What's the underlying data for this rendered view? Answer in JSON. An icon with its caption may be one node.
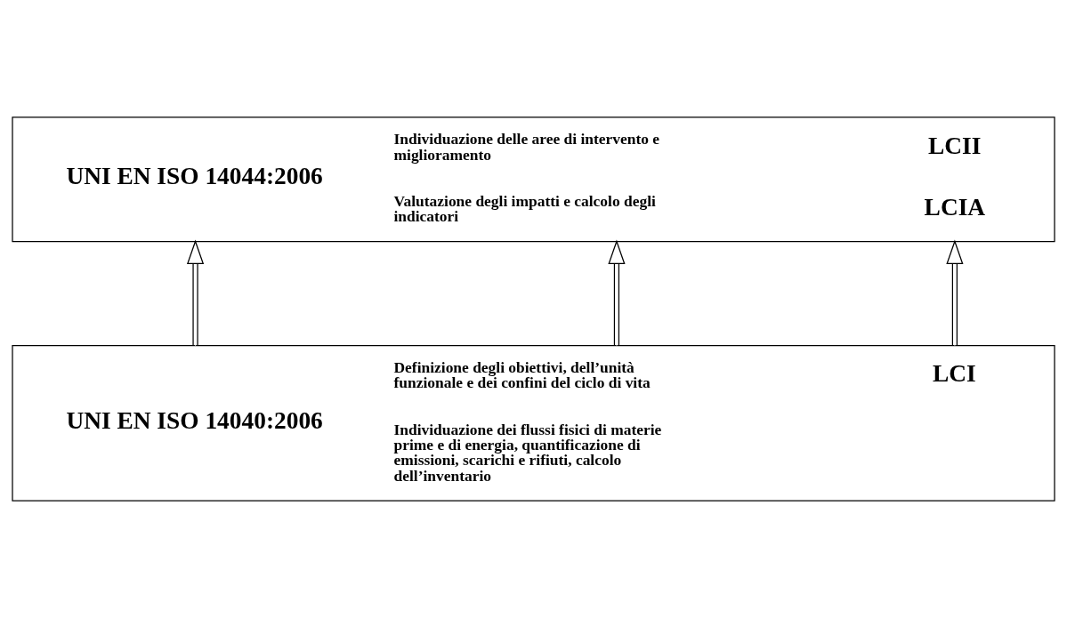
{
  "diagram": {
    "nodes": [
      {
        "text": [
          "UNI EN ISO 14044:2006",
          "Individuazione delle aree di intervento e miglioramento",
          "LCII",
          "Valutazione degli impatti e calcolo degli indicatori",
          "LCIA"
        ]
      },
      {
        "text": [
          "UNI EN ISO 14040:2006",
          "Definizione degli obiettivi, dell’unità funzionale e dei confini del ciclo di vita",
          "LCI",
          "Individuazione dei flussi fisici di materie prime e di energia, quantificazione di emissioni, scarichi e rifiuti, calcolo dell’inventario"
        ]
      }
    ],
    "edges": [
      {
        "from": 1,
        "to": 0,
        "arrow": "to"
      },
      {
        "from": 1,
        "to": 0,
        "arrow": "to"
      },
      {
        "from": 1,
        "to": 0,
        "arrow": "to"
      }
    ]
  }
}
